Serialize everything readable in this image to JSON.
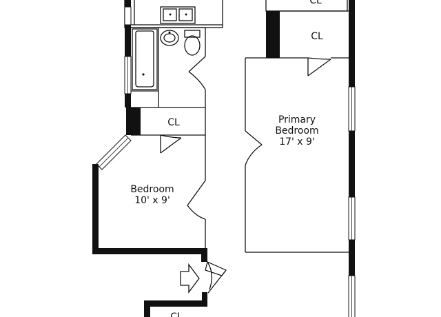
{
  "rooms": {
    "bedroom": {
      "name": "Bedroom",
      "size": "10' x 9'"
    },
    "primary_bedroom": {
      "name_line1": "Primary",
      "name_line2": "Bedroom",
      "size": "17' x 9'"
    },
    "closet_primary": {
      "label": "CL"
    },
    "closet_bedroom": {
      "label": "CL"
    },
    "closet_top_cut": {
      "label": "CL"
    },
    "closet_bottom_cut": {
      "label": "CL"
    }
  }
}
